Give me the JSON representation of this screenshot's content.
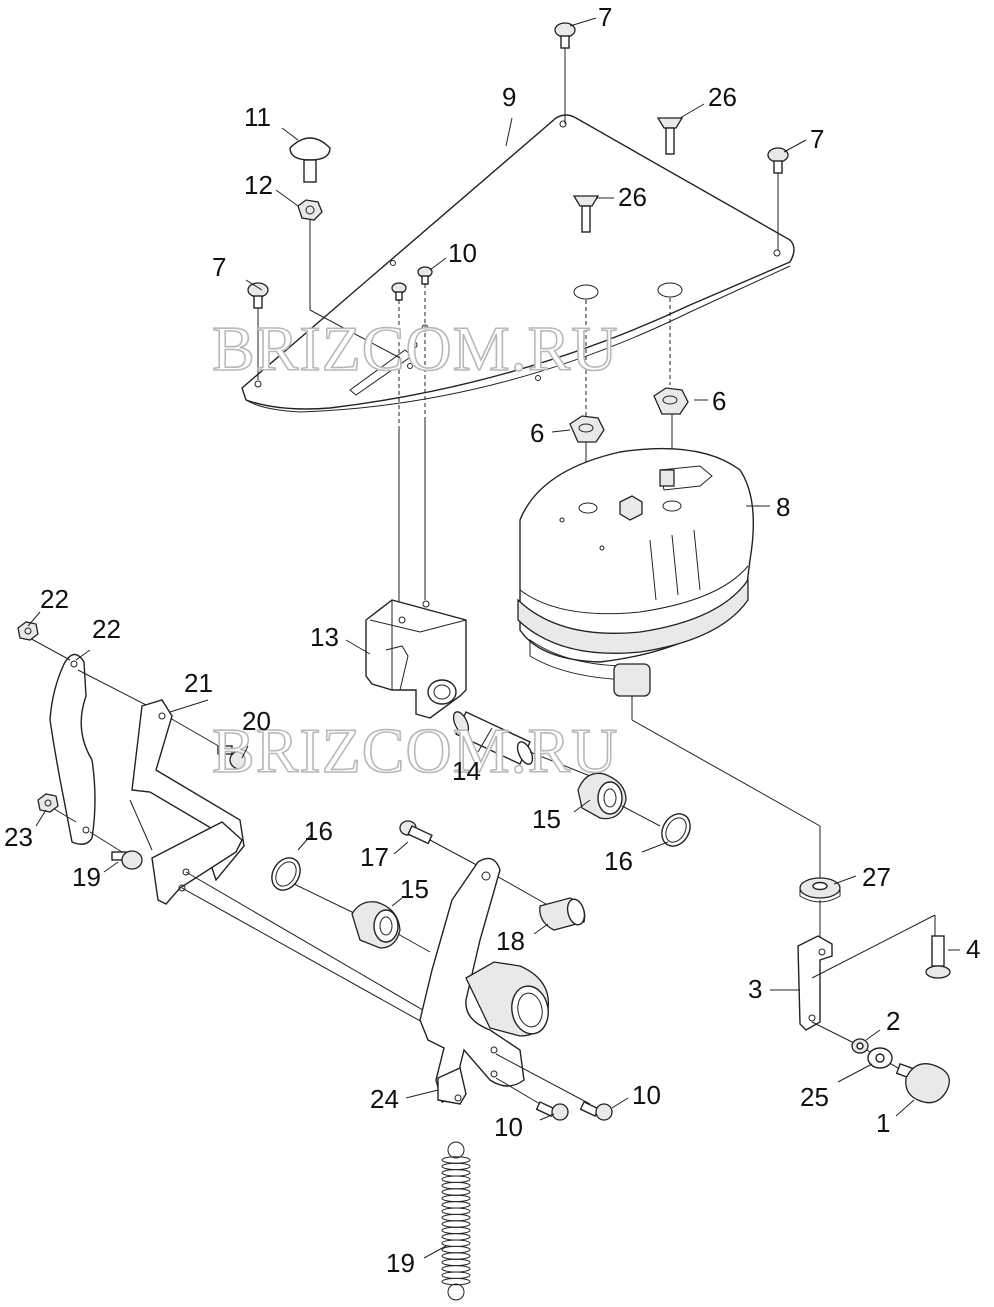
{
  "watermark": "BRIZCOM.RU",
  "callouts": [
    {
      "id": "c1",
      "text": "1"
    },
    {
      "id": "c2",
      "text": "2"
    },
    {
      "id": "c3",
      "text": "3"
    },
    {
      "id": "c4",
      "text": "4"
    },
    {
      "id": "c6a",
      "text": "6"
    },
    {
      "id": "c6b",
      "text": "6"
    },
    {
      "id": "c7a",
      "text": "7"
    },
    {
      "id": "c7b",
      "text": "7"
    },
    {
      "id": "c7c",
      "text": "7"
    },
    {
      "id": "c8",
      "text": "8"
    },
    {
      "id": "c9",
      "text": "9"
    },
    {
      "id": "c10a",
      "text": "10"
    },
    {
      "id": "c10b",
      "text": "10"
    },
    {
      "id": "c10c",
      "text": "10"
    },
    {
      "id": "c11",
      "text": "11"
    },
    {
      "id": "c12",
      "text": "12"
    },
    {
      "id": "c13",
      "text": "13"
    },
    {
      "id": "c14",
      "text": "14"
    },
    {
      "id": "c15a",
      "text": "15"
    },
    {
      "id": "c15b",
      "text": "15"
    },
    {
      "id": "c16a",
      "text": "16"
    },
    {
      "id": "c16b",
      "text": "16"
    },
    {
      "id": "c17",
      "text": "17"
    },
    {
      "id": "c18",
      "text": "18"
    },
    {
      "id": "c19a",
      "text": "19"
    },
    {
      "id": "c19b",
      "text": "19"
    },
    {
      "id": "c20",
      "text": "20"
    },
    {
      "id": "c21",
      "text": "21"
    },
    {
      "id": "c22a",
      "text": "22"
    },
    {
      "id": "c22b",
      "text": "22"
    },
    {
      "id": "c23",
      "text": "23"
    },
    {
      "id": "c24",
      "text": "24"
    },
    {
      "id": "c25",
      "text": "25"
    },
    {
      "id": "c26a",
      "text": "26"
    },
    {
      "id": "c26b",
      "text": "26"
    },
    {
      "id": "c27",
      "text": "27"
    }
  ]
}
